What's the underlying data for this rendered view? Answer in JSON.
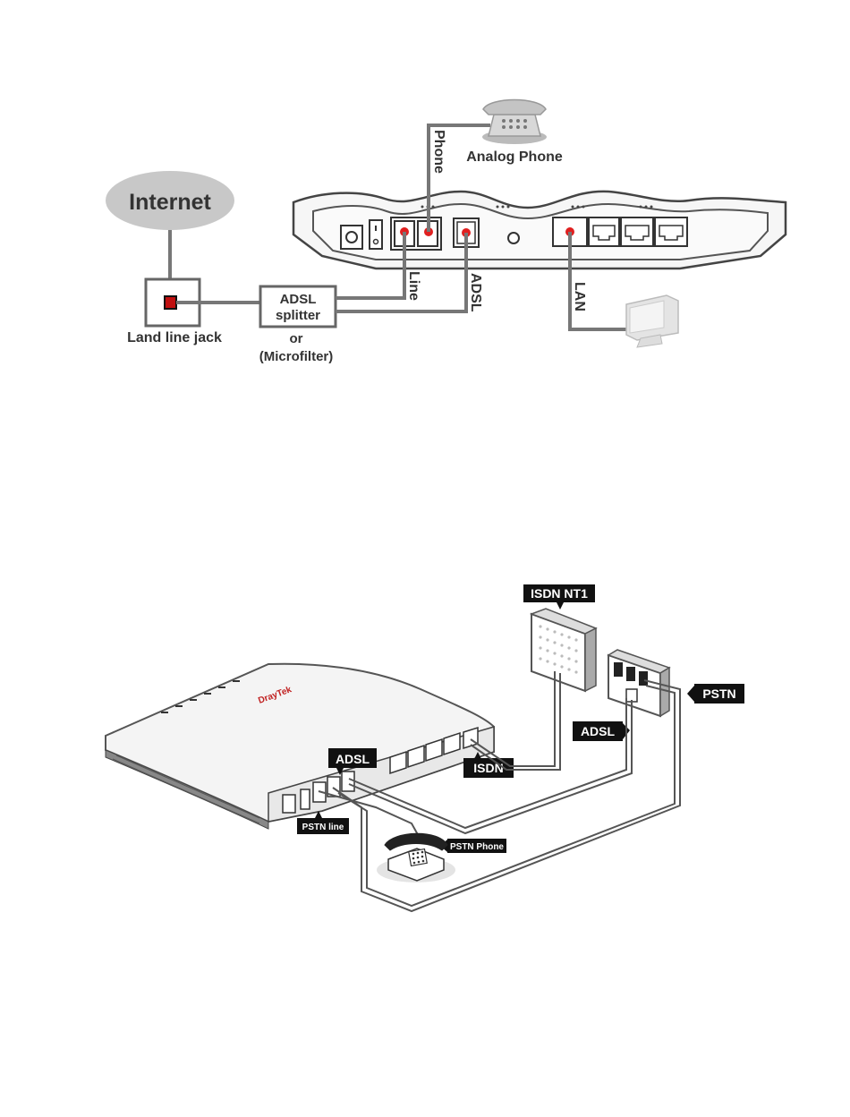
{
  "diagram1": {
    "internet": "Internet",
    "analog_phone": "Analog Phone",
    "phone": "Phone",
    "line": "Line",
    "adsl": "ADSL",
    "lan": "LAN",
    "adsl_splitter_1": "ADSL",
    "adsl_splitter_2": "splitter",
    "or": "or",
    "microfilter": "(Microfilter)",
    "land_line_jack": "Land line jack"
  },
  "diagram2": {
    "brand": "DrayTek",
    "isdn_nt1": "ISDN NT1",
    "pstn": "PSTN",
    "adsl_wall": "ADSL",
    "adsl_router": "ADSL",
    "isdn": "ISDN",
    "pstn_line": "PSTN line",
    "pstn_phone": "PSTN Phone"
  },
  "colors": {
    "cable": "#777777",
    "port_dot": "#e02020",
    "label_bg": "#111111",
    "cloud": "#c8c8c8"
  }
}
